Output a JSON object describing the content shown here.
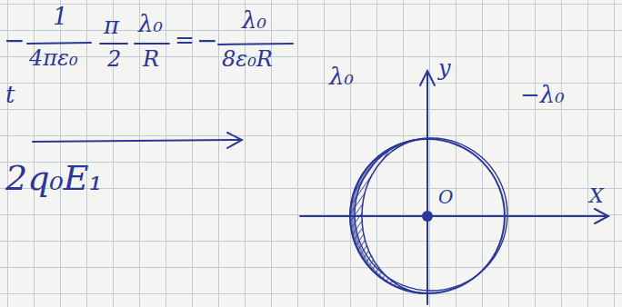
{
  "diagram": {
    "labels": [
      "−",
      "1",
      "4πε₀",
      "π",
      "2",
      "λ₀",
      "R",
      "=",
      "−",
      "λ₀",
      "8ε₀R",
      "λ₀",
      "−λ₀",
      "y",
      "X",
      "O",
      "t",
      "2q₀E₁"
    ]
  }
}
